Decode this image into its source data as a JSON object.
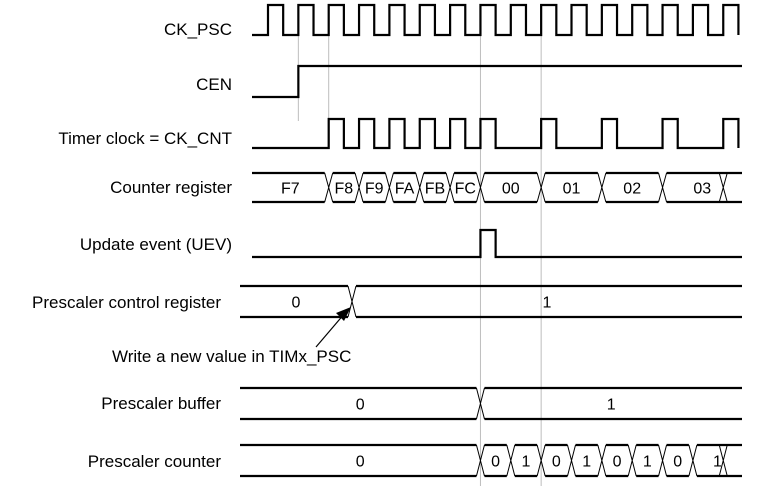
{
  "title": "Counter timing diagram with prescaler division change from 1 to 2",
  "colors": {
    "signal": "#000000",
    "guide": "#bdbdbd",
    "background": "#ffffff"
  },
  "signals": {
    "ck_psc": {
      "label": "CK_PSC",
      "type": "clock",
      "cycles": 16
    },
    "cen": {
      "label": "CEN",
      "type": "level",
      "initial": 0,
      "rises_at_cycle": 1
    },
    "ck_cnt": {
      "label": "Timer clock = CK_CNT",
      "type": "gated-clock"
    },
    "counter_register": {
      "label": "Counter register",
      "type": "bus",
      "values": [
        "F7",
        "F8",
        "F9",
        "FA",
        "FB",
        "FC",
        "00",
        "01",
        "02",
        "03"
      ]
    },
    "uev": {
      "label": "Update event (UEV)",
      "type": "pulse"
    },
    "prescaler_control_register": {
      "label": "Prescaler control register",
      "type": "bus",
      "values": [
        "0",
        "1"
      ]
    },
    "prescaler_buffer": {
      "label": "Prescaler buffer",
      "type": "bus",
      "values": [
        "0",
        "1"
      ]
    },
    "prescaler_counter": {
      "label": "Prescaler counter",
      "type": "bus",
      "values": [
        "0",
        "0",
        "1",
        "0",
        "1",
        "0",
        "1",
        "0",
        "1"
      ]
    }
  },
  "annotation": {
    "text": "Write a new value in TIMx_PSC",
    "points_to": "prescaler_control_register transition"
  }
}
